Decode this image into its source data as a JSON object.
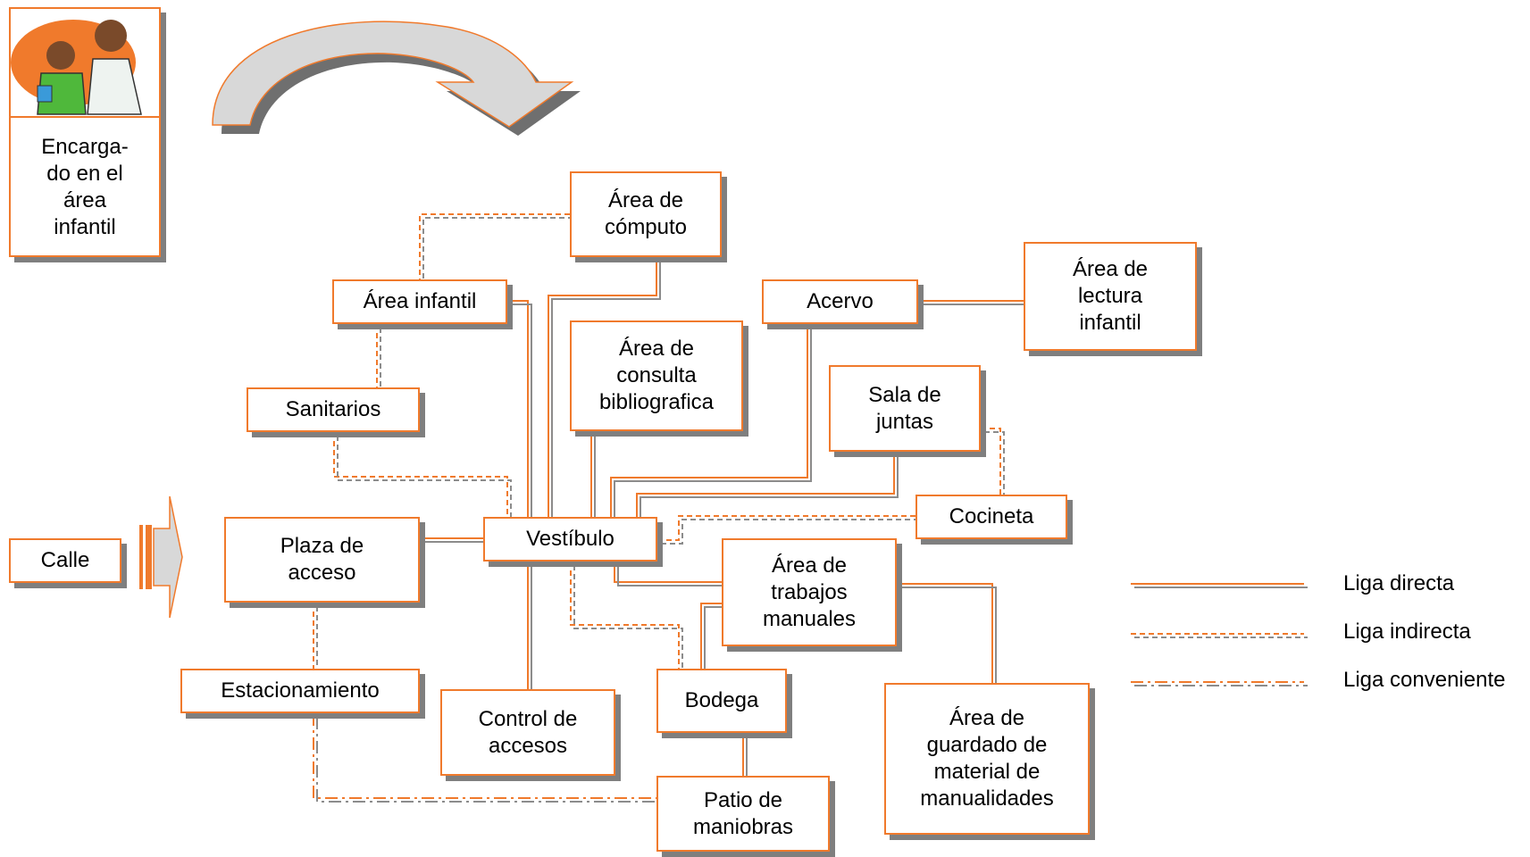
{
  "caretaker": {
    "label": "Encarga-\ndo en el\nárea\ninfantil"
  },
  "nodes": {
    "computo": "Área de\ncómputo",
    "infantil": "Área infantil",
    "acervo": "Acervo",
    "lectura": "Área de\nlectura\ninfantil",
    "consulta": "Área de\nconsulta\nbibliografica",
    "sala": "Sala de\njuntas",
    "sanitarios": "Sanitarios",
    "cocineta": "Cocineta",
    "calle": "Calle",
    "plaza": "Plaza de\nacceso",
    "vestibulo": "Vestíbulo",
    "trabajos": "Área de\ntrabajos\nmanuales",
    "estacionamiento": "Estacionamiento",
    "control": "Control de\naccesos",
    "bodega": "Bodega",
    "guardado": "Área de\nguardado de\nmaterial de\nmanualidades",
    "patio": "Patio de\nmaniobras"
  },
  "legend": {
    "directa": "Liga directa",
    "indirecta": "Liga indirecta",
    "conveniente": "Liga conveniente"
  },
  "colors": {
    "accent": "#f07a2c",
    "shadow": "#7f7f7f",
    "gray_line": "#8c8c8c"
  }
}
